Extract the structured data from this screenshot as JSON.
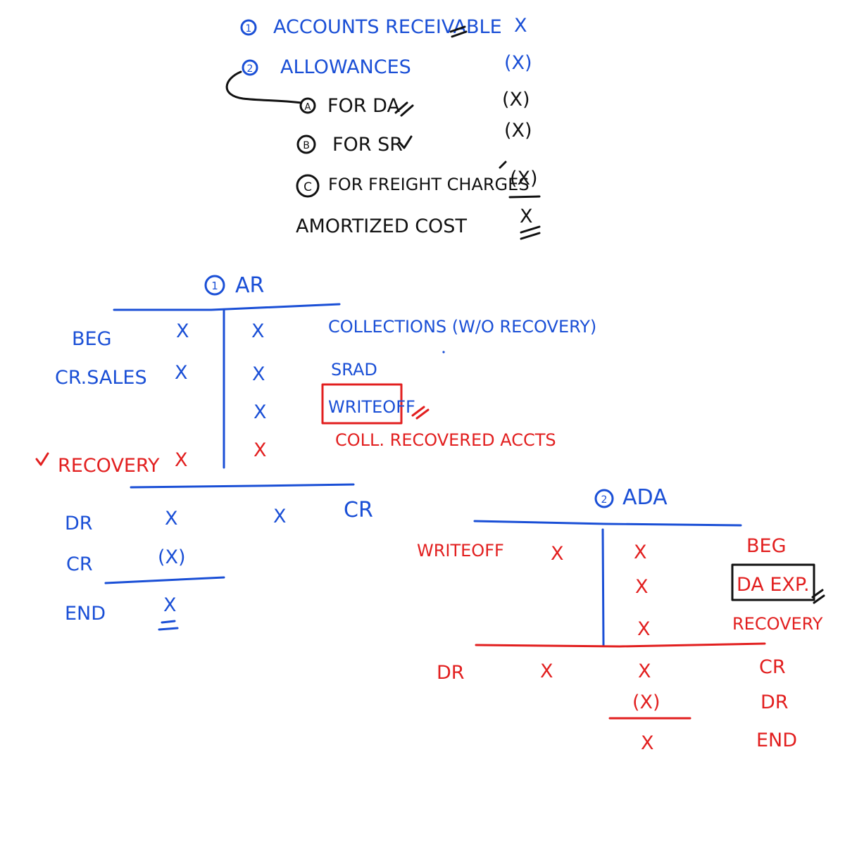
{
  "colors": {
    "blue": "#1a4fd6",
    "black": "#111111",
    "red": "#e21f1f"
  },
  "summary": {
    "item1_num": "1",
    "item1_label": "ACCOUNTS RECEIVABLE",
    "item1_value": "X",
    "item2_num": "2",
    "item2_label": "ALLOWANCES",
    "item2_value": "(X)",
    "subA_mark": "A",
    "subA_label": "FOR DA",
    "subA_value": "(X)",
    "subB_mark": "B",
    "subB_label": "FOR SR",
    "subB_value": "(X)",
    "subC_mark": "C",
    "subC_label": "FOR FREIGHT CHARGES",
    "subC_value": "(X)",
    "amortized_label": "AMORTIZED COST",
    "amortized_value": "X"
  },
  "ar": {
    "title_num": "1",
    "title": "AR",
    "left_labels": [
      "BEG",
      "CR.SALES"
    ],
    "left_values": [
      "X",
      "X"
    ],
    "right_values": [
      "X",
      "X",
      "X"
    ],
    "right_labels": [
      "COLLECTIONS (W/O RECOVERY)",
      "SRAD",
      "WRITEOFF"
    ],
    "recovery_left_label": "RECOVERY",
    "recovery_left_value": "X",
    "recovery_right_value": "X",
    "recovery_right_label": "COLL. RECOVERED ACCTS",
    "totals_dr_label": "DR",
    "totals_dr_value": "X",
    "totals_cr_value": "X",
    "totals_cr_label": "CR",
    "cr_label": "CR",
    "cr_value": "(X)",
    "end_label": "END",
    "end_value": "X"
  },
  "ada": {
    "title_num": "2",
    "title": "ADA",
    "left_label": "WRITEOFF",
    "left_value": "X",
    "right_values": [
      "X",
      "X",
      "X"
    ],
    "right_labels": [
      "BEG",
      "DA EXP.",
      "RECOVERY"
    ],
    "totals_dr_label": "DR",
    "totals_dr_value": "X",
    "totals_right_value": "X",
    "cr_label": "CR",
    "dr_label": "DR",
    "dr_value": "(X)",
    "end_value": "X",
    "end_label": "END"
  }
}
